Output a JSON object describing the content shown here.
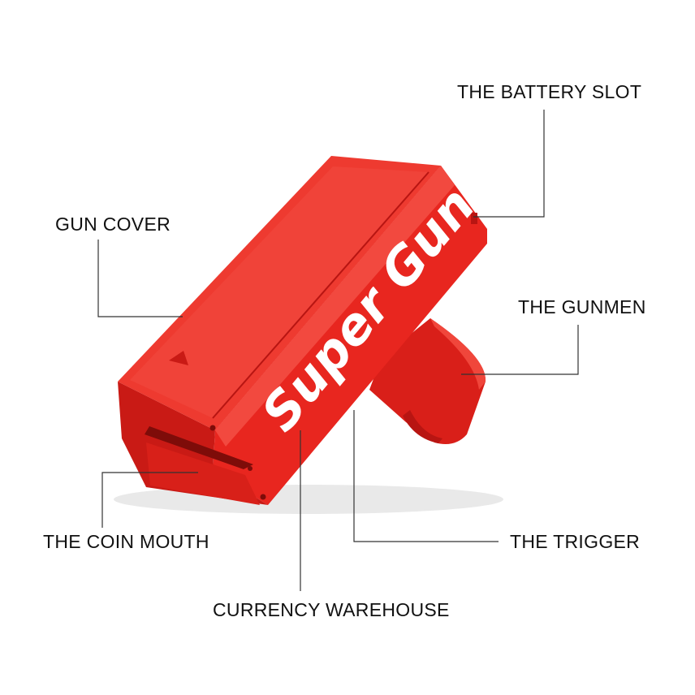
{
  "product": {
    "brand_text": "Super Gun",
    "body_color": "#e8261f",
    "shadow_color": "#b81512",
    "highlight_color": "#f44a3e"
  },
  "labels": {
    "battery_slot": "THE BATTERY SLOT",
    "gun_cover": "GUN COVER",
    "gunmen": "THE GUNMEN",
    "coin_mouth": "THE COIN MOUTH",
    "trigger": "THE TRIGGER",
    "currency_warehouse": "CURRENCY WAREHOUSE"
  }
}
